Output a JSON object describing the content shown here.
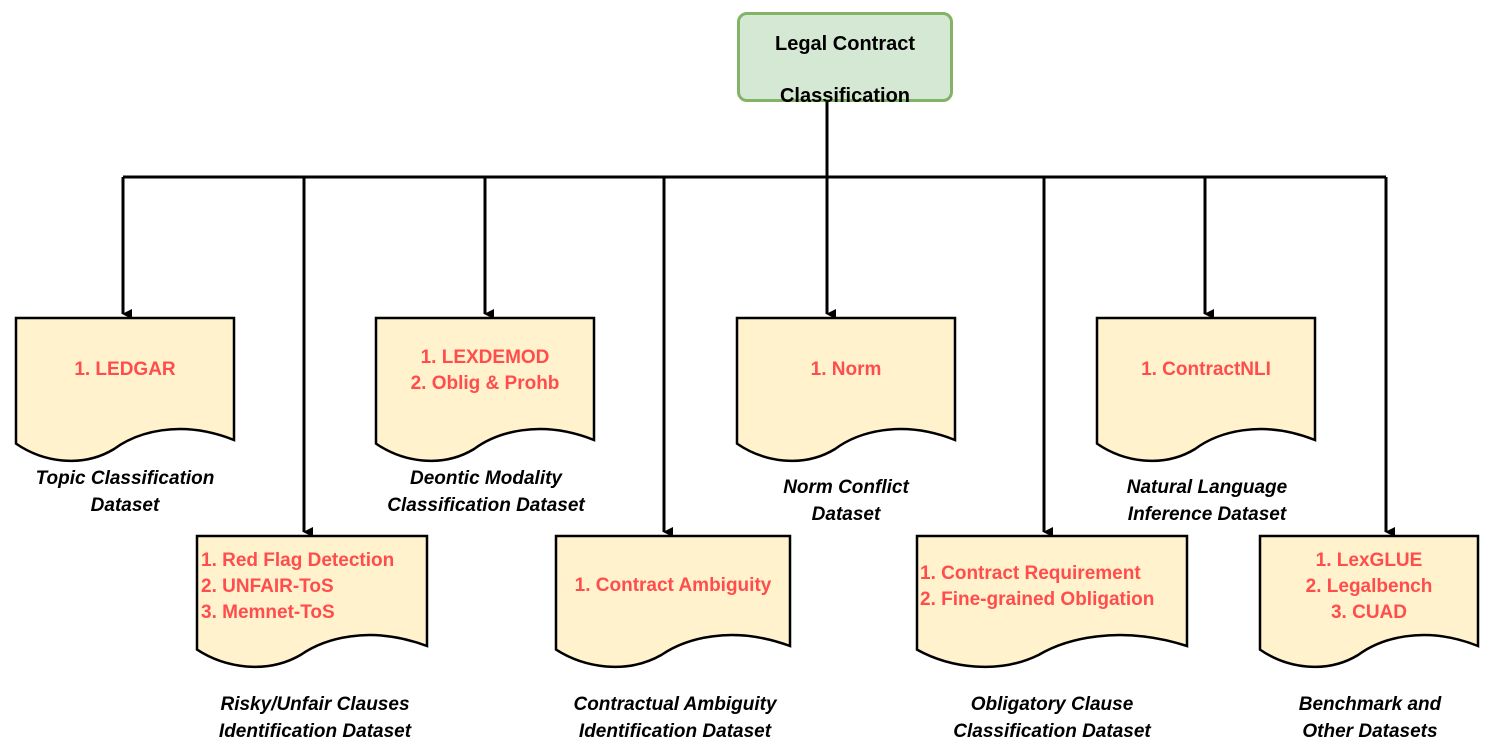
{
  "root": {
    "title_line1": "Legal Contract",
    "title_line2": "Classification"
  },
  "categories": [
    {
      "datasets": [
        "1. LEDGAR"
      ],
      "caption_line1": "Topic Classification",
      "caption_line2": "Dataset"
    },
    {
      "datasets": [
        "1. Red Flag Detection",
        "2. UNFAIR-ToS",
        "3. Memnet-ToS"
      ],
      "caption_line1": "Risky/Unfair Clauses",
      "caption_line2": "Identification Dataset"
    },
    {
      "datasets": [
        "1. LEXDEMOD",
        "2. Oblig & Prohb"
      ],
      "caption_line1": "Deontic Modality",
      "caption_line2": "Classification Dataset"
    },
    {
      "datasets": [
        "1. Contract Ambiguity"
      ],
      "caption_line1": "Contractual Ambiguity",
      "caption_line2": "Identification Dataset"
    },
    {
      "datasets": [
        "1. Norm"
      ],
      "caption_line1": "Norm Conflict",
      "caption_line2": "Dataset"
    },
    {
      "datasets": [
        "1. Contract Requirement",
        "2. Fine-grained Obligation"
      ],
      "caption_line1": "Obligatory Clause",
      "caption_line2": "Classification Dataset"
    },
    {
      "datasets": [
        "1. ContractNLI"
      ],
      "caption_line1": "Natural Language",
      "caption_line2": "Inference Dataset"
    },
    {
      "datasets": [
        "1. LexGLUE",
        "2. Legalbench",
        "3. CUAD"
      ],
      "caption_line1": "Benchmark and",
      "caption_line2": "Other Datasets"
    }
  ],
  "colors": {
    "root_fill": "#d5e8d4",
    "root_border": "#82b366",
    "doc_fill": "#fff2cc",
    "doc_border": "#000000",
    "dataset_text": "#ff4d4d",
    "line": "#000000"
  }
}
